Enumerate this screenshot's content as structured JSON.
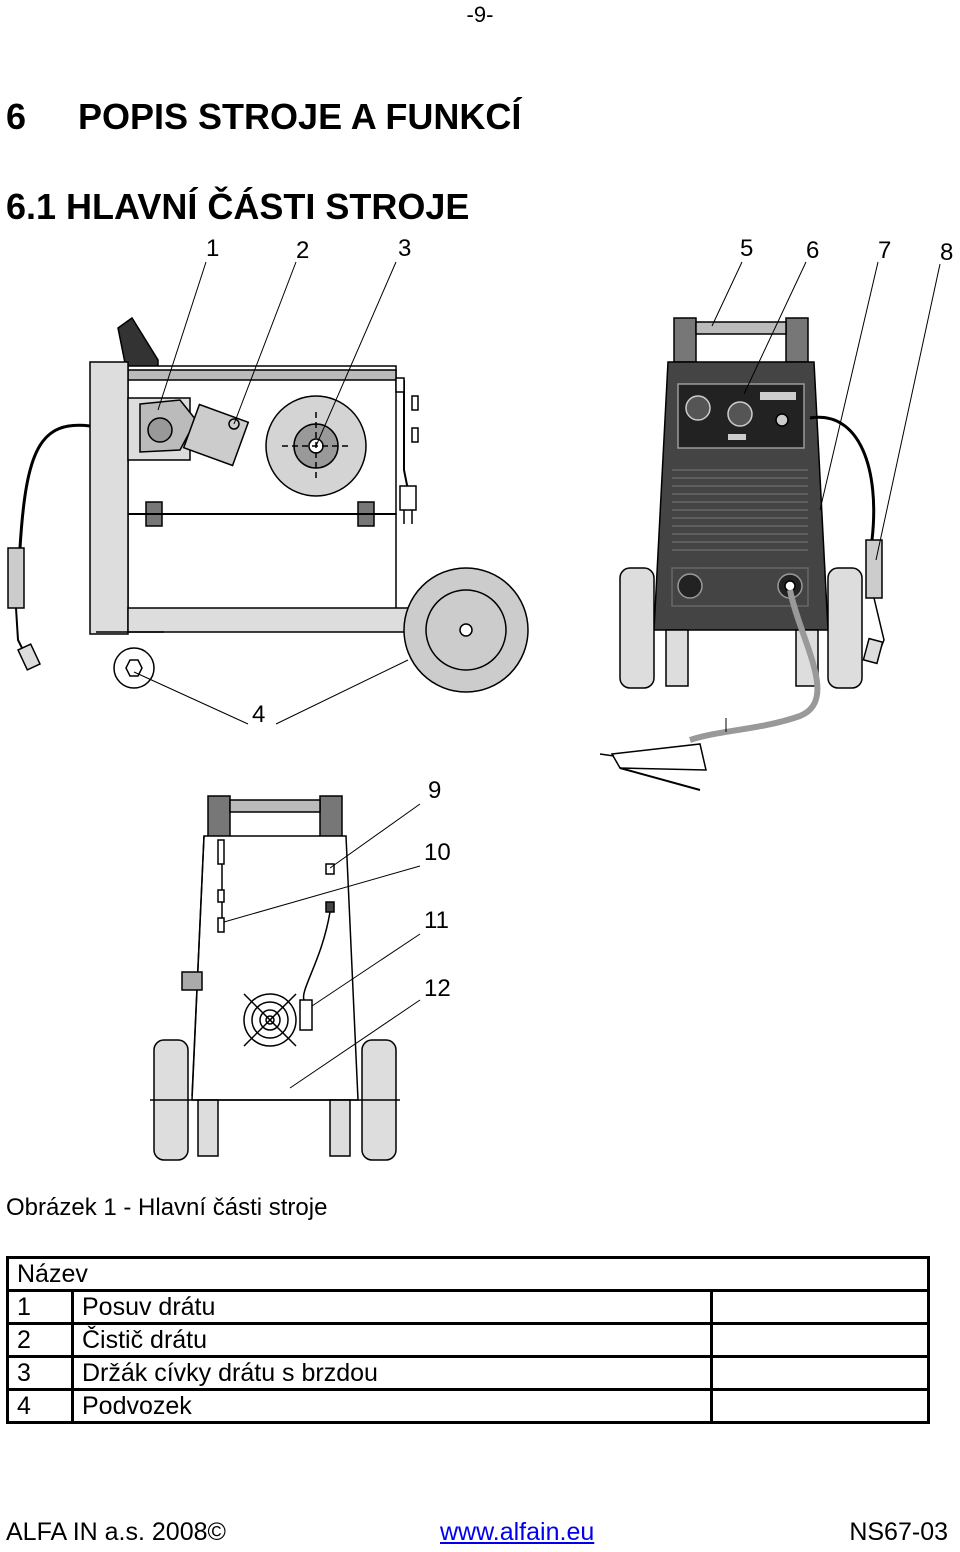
{
  "page_number": "-9-",
  "heading": {
    "number": "6",
    "title": "POPIS STROJE A FUNKCÍ"
  },
  "subheading": "6.1 HLAVNÍ ČÁSTI STROJE",
  "figure": {
    "callouts": [
      "1",
      "2",
      "3",
      "4",
      "5",
      "6",
      "7",
      "8",
      "9",
      "10",
      "11",
      "12"
    ],
    "caption": "Obrázek 1 - Hlavní části stroje"
  },
  "parts_table": {
    "header": "Název",
    "rows": [
      {
        "number": "1",
        "name": "Posuv drátu"
      },
      {
        "number": "2",
        "name": "Čistič drátu"
      },
      {
        "number": "3",
        "name": "Držák cívky drátu s brzdou"
      },
      {
        "number": "4",
        "name": "Podvozek"
      }
    ]
  },
  "footer": {
    "company": "ALFA IN a.s. 2008©",
    "website": "www.alfain.eu",
    "doc_code": "NS67-03"
  }
}
